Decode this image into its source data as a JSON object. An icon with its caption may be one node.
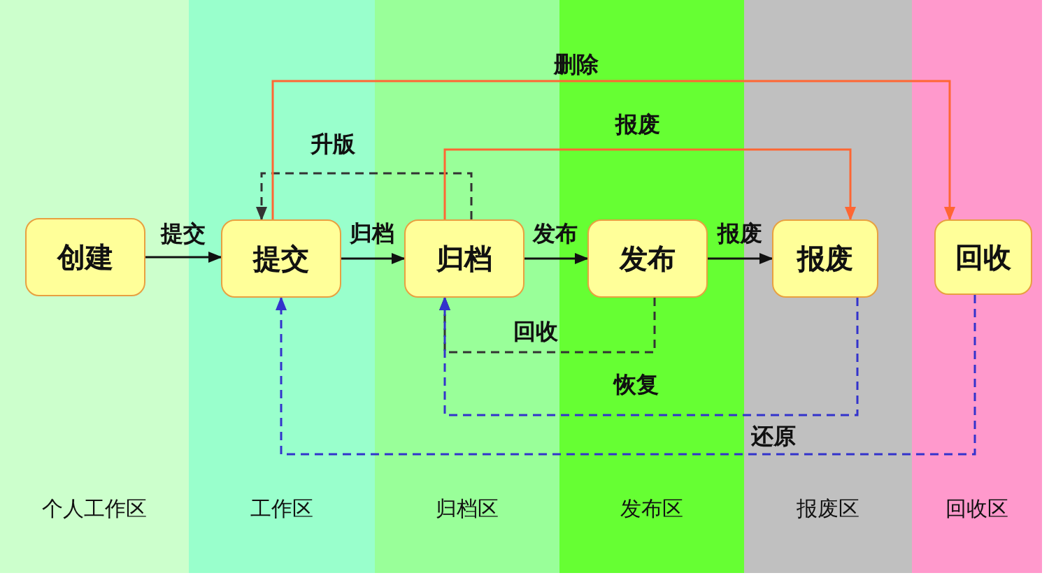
{
  "diagram": {
    "nodes": [
      {
        "text": [
          "个人工作区"
        ]
      },
      {
        "text": [
          "工作区"
        ]
      },
      {
        "text": [
          "归档区"
        ]
      },
      {
        "text": [
          "发布区"
        ]
      },
      {
        "text": [
          "报废区"
        ]
      },
      {
        "text": [
          "回收区"
        ]
      },
      {
        "text": [
          "创建"
        ],
        "in": 0
      },
      {
        "text": [
          "提交"
        ],
        "in": 1
      },
      {
        "text": [
          "归档"
        ],
        "in": 2
      },
      {
        "text": [
          "发布"
        ],
        "in": 3
      },
      {
        "text": [
          "报废"
        ],
        "in": 4
      },
      {
        "text": [
          "回收"
        ],
        "in": 5
      }
    ],
    "edges": [
      {
        "from": 6,
        "to": 7,
        "arrow": "to",
        "label": "提交"
      },
      {
        "from": 7,
        "to": 8,
        "arrow": "to",
        "label": "归档"
      },
      {
        "from": 8,
        "to": 9,
        "arrow": "to",
        "label": "发布"
      },
      {
        "from": 9,
        "to": 10,
        "arrow": "to",
        "label": "报废"
      },
      {
        "from": 8,
        "to": 7,
        "arrow": "to",
        "label": "升版",
        "style": "dashed",
        "color": "#333333"
      },
      {
        "from": 7,
        "to": 11,
        "arrow": "to",
        "label": "删除",
        "color": "#ff6633"
      },
      {
        "from": 8,
        "to": 10,
        "arrow": "to",
        "label": "报废",
        "color": "#ff6633"
      },
      {
        "from": 9,
        "to": 8,
        "arrow": "to",
        "label": "回收",
        "style": "dashed",
        "color": "#333333"
      },
      {
        "from": 10,
        "to": 8,
        "arrow": "to",
        "label": "恢复",
        "style": "dashed",
        "color": "#3333cc"
      },
      {
        "from": 11,
        "to": 7,
        "arrow": "to",
        "label": "还原",
        "style": "dashed",
        "color": "#3333cc"
      }
    ]
  }
}
